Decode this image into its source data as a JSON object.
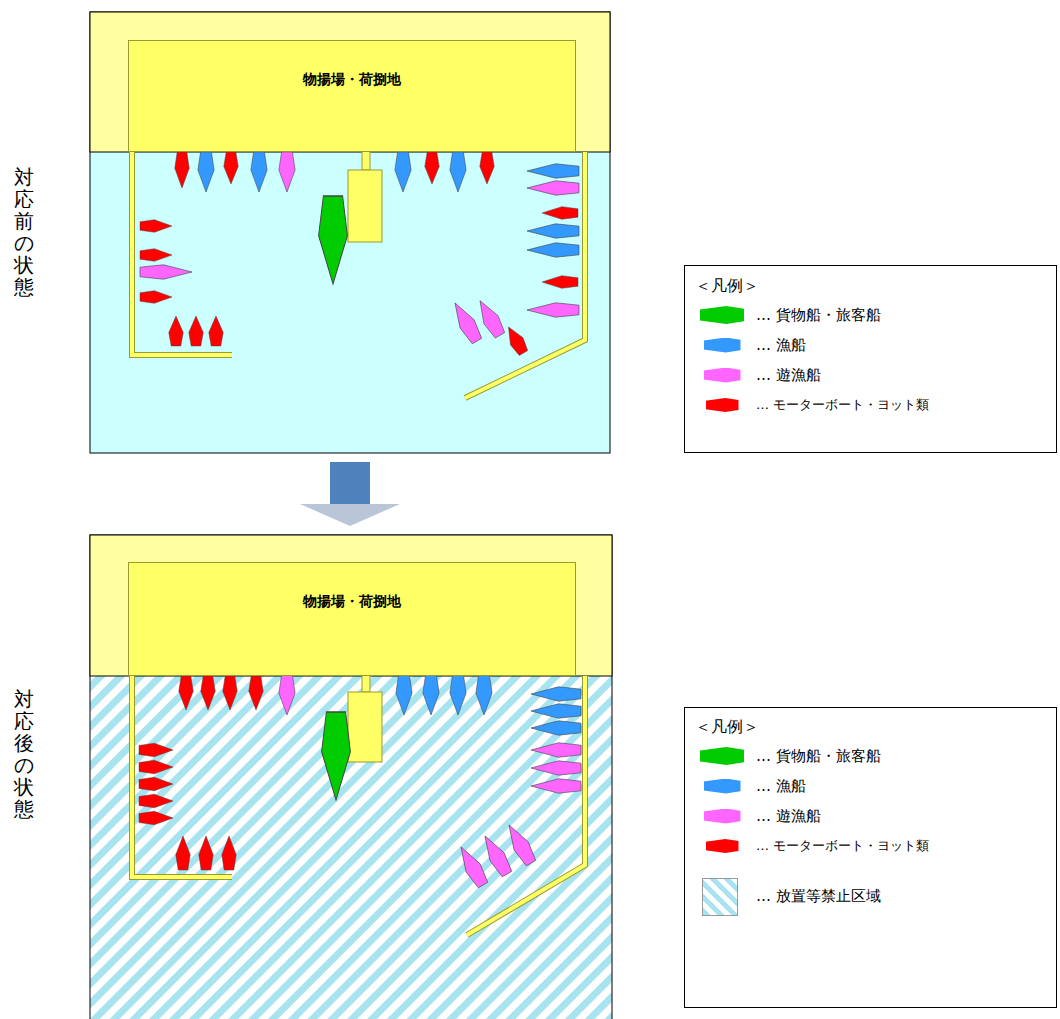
{
  "diagram": {
    "nodes": [
      {
        "text": [
          "物揚場・荷捌地"
        ]
      },
      {
        "text": [
          "物揚場・荷捌地"
        ]
      }
    ],
    "labels": [
      "対応前の状態",
      "＜凡例＞",
      "対応後の状態",
      "＜凡例＞"
    ],
    "legend": [
      {
        "text": "… 貨物船・旅客船",
        "color": "#00cc00"
      },
      {
        "text": "… 漁船",
        "color": "#3399ff"
      },
      {
        "text": "… 遊漁船",
        "color": "#ff66ff"
      },
      {
        "text": "… モーターボート・ヨット類",
        "color": "#ff0000"
      },
      {
        "text": "… 貨物船・旅客船",
        "color": "#00cc00"
      },
      {
        "text": "… 漁船",
        "color": "#3399ff"
      },
      {
        "text": "… 遊漁船",
        "color": "#ff66ff"
      },
      {
        "text": "… モーターボート・ヨット類",
        "color": "#ff0000"
      },
      {
        "text": "… 放置等禁止区域"
      }
    ]
  }
}
